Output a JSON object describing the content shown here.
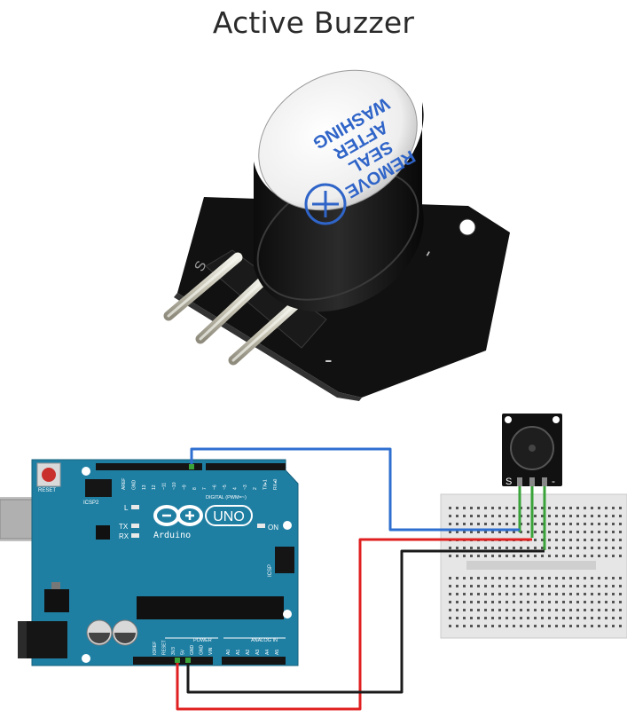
{
  "photo": {
    "title": "Active Buzzer",
    "sticker_lines": [
      "REMOVE",
      "SEAL",
      "AFTER",
      "WASHING"
    ],
    "pin_mark": "-"
  },
  "wiring": {
    "arduino": {
      "reset_label": "RESET",
      "icsp2_label": "ICSP2",
      "icsp_label": "ICSP",
      "brand": "Arduino",
      "model": "UNO",
      "led_l": "L",
      "led_tx": "TX",
      "led_rx": "RX",
      "led_on": "ON",
      "digital_label": "DIGITAL (PWM=~)",
      "power_label": "POWER",
      "analog_label": "ANALOG IN",
      "top_header_pins": [
        "AREF",
        "GND",
        "13",
        "12",
        "~11",
        "~10",
        "~9",
        "8",
        "7",
        "~6",
        "~5",
        "4",
        "~3",
        "2",
        "TX▸1",
        "RX◂0"
      ],
      "power_pins": [
        "IOREF",
        "RESET",
        "3V3",
        "5V",
        "GND",
        "GND",
        "VIN"
      ],
      "analog_pins": [
        "A0",
        "A1",
        "A2",
        "A3",
        "A4",
        "A5"
      ]
    },
    "module": {
      "pin_s": "S",
      "pin_minus": "-"
    },
    "colors": {
      "board": "#1f7fa3",
      "signal_wire": "#2f6fd0",
      "power_wire": "#e02020",
      "ground_wire": "#1a1a1a",
      "jumper": "#3aa33a"
    }
  }
}
